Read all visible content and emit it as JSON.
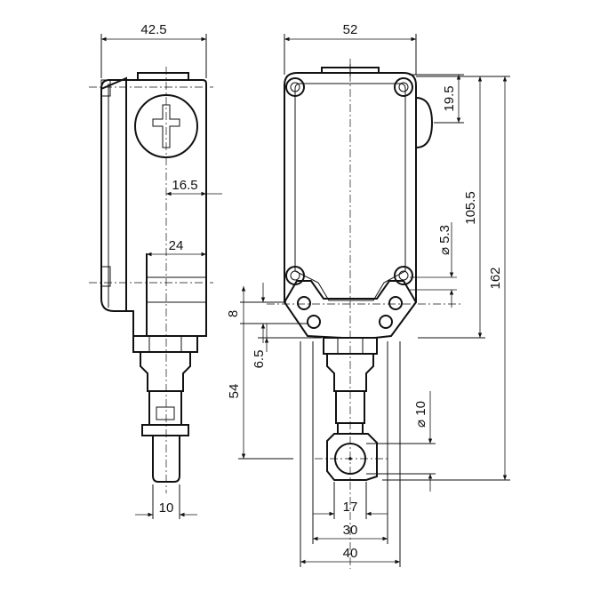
{
  "dimensions": {
    "side_width": "42.5",
    "front_width": "52",
    "actuator_offset": "19.5",
    "screw_pitch": "105.5",
    "total_height": "162",
    "hole_diameter": "⌀ 5.3",
    "roller_offset": "16.5",
    "neck_width": "24",
    "upper_gap": "8",
    "lower_gap": "6.5",
    "lever_length": "54",
    "roller_diameter": "⌀ 10",
    "rod_width": "10",
    "roller_width": "17",
    "base_inner_width": "30",
    "base_outer_width": "40"
  }
}
